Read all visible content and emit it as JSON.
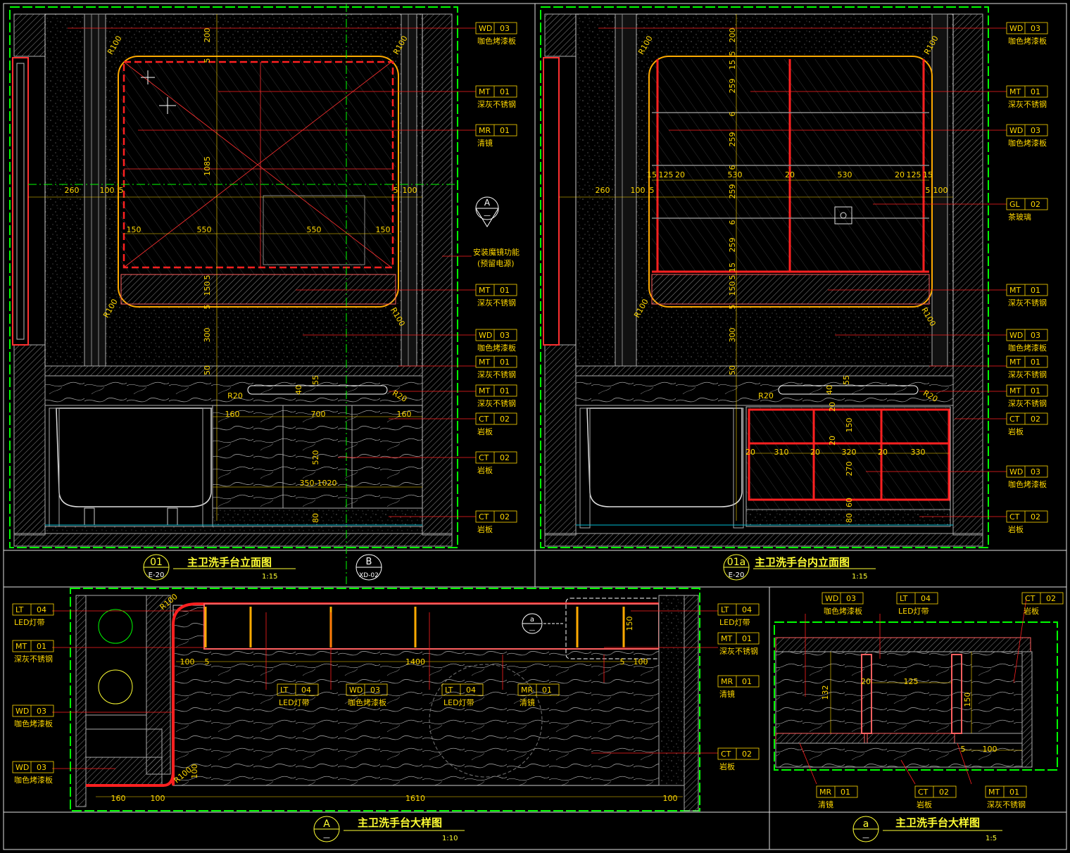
{
  "panels": {
    "p01": {
      "num": "01",
      "ref": "E-20",
      "title": "主卫洗手台立面图",
      "scale": "1:15"
    },
    "p01a": {
      "num": "01a",
      "ref": "E-20",
      "title": "主卫洗手台内立面图",
      "scale": "1:15"
    },
    "pA": {
      "num": "A",
      "ref": "—",
      "title": "主卫洗手台大样图",
      "scale": "1:10"
    },
    "pa": {
      "num": "a",
      "ref": "—",
      "title": "主卫洗手台大样图",
      "scale": "1:5"
    }
  },
  "section_marker": {
    "letter": "A",
    "ref": "—"
  },
  "b_marker": {
    "letter": "B",
    "ref": "XD-02"
  },
  "detail_marker": {
    "letter": "a",
    "ref": "—"
  },
  "notes": {
    "mirror_function": "安装魔镜功能",
    "reserve_power": "(预留电源)"
  },
  "tags_01": [
    {
      "code": "WD",
      "num": "03",
      "desc": "咖色烤漆板"
    },
    {
      "code": "MT",
      "num": "01",
      "desc": "深灰不锈钢"
    },
    {
      "code": "MR",
      "num": "01",
      "desc": "清镜"
    },
    {
      "code": "MT",
      "num": "01",
      "desc": "深灰不锈钢"
    },
    {
      "code": "WD",
      "num": "03",
      "desc": "咖色烤漆板"
    },
    {
      "code": "MT",
      "num": "01",
      "desc": "深灰不锈钢"
    },
    {
      "code": "MT",
      "num": "01",
      "desc": "深灰不锈钢"
    },
    {
      "code": "CT",
      "num": "02",
      "desc": "岩板"
    },
    {
      "code": "CT",
      "num": "02",
      "desc": "岩板"
    },
    {
      "code": "CT",
      "num": "02",
      "desc": "岩板"
    }
  ],
  "tags_01a": [
    {
      "code": "WD",
      "num": "03",
      "desc": "咖色烤漆板"
    },
    {
      "code": "MT",
      "num": "01",
      "desc": "深灰不锈钢"
    },
    {
      "code": "WD",
      "num": "03",
      "desc": "咖色烤漆板"
    },
    {
      "code": "GL",
      "num": "02",
      "desc": "茶玻璃"
    },
    {
      "code": "MT",
      "num": "01",
      "desc": "深灰不锈钢"
    },
    {
      "code": "WD",
      "num": "03",
      "desc": "咖色烤漆板"
    },
    {
      "code": "MT",
      "num": "01",
      "desc": "深灰不锈钢"
    },
    {
      "code": "MT",
      "num": "01",
      "desc": "深灰不锈钢"
    },
    {
      "code": "CT",
      "num": "02",
      "desc": "岩板"
    },
    {
      "code": "WD",
      "num": "03",
      "desc": "咖色烤漆板"
    },
    {
      "code": "CT",
      "num": "02",
      "desc": "岩板"
    }
  ],
  "tags_A_left": [
    {
      "code": "LT",
      "num": "04",
      "desc": "LED灯带"
    },
    {
      "code": "MT",
      "num": "01",
      "desc": "深灰不锈钢"
    },
    {
      "code": "WD",
      "num": "03",
      "desc": "咖色烤漆板"
    },
    {
      "code": "WD",
      "num": "03",
      "desc": "咖色烤漆板"
    }
  ],
  "tags_A_bottom": [
    {
      "code": "LT",
      "num": "04",
      "desc": "LED灯带"
    },
    {
      "code": "WD",
      "num": "03",
      "desc": "咖色烤漆板"
    },
    {
      "code": "LT",
      "num": "04",
      "desc": "LED灯带"
    },
    {
      "code": "MR",
      "num": "01",
      "desc": "清镜"
    }
  ],
  "tags_A_right": [
    {
      "code": "LT",
      "num": "04",
      "desc": "LED灯带"
    },
    {
      "code": "MT",
      "num": "01",
      "desc": "深灰不锈钢"
    },
    {
      "code": "MR",
      "num": "01",
      "desc": "清镜"
    },
    {
      "code": "CT",
      "num": "02",
      "desc": "岩板"
    }
  ],
  "tags_a_top": [
    {
      "code": "WD",
      "num": "03",
      "desc": "咖色烤漆板"
    },
    {
      "code": "LT",
      "num": "04",
      "desc": "LED灯带"
    },
    {
      "code": "CT",
      "num": "02",
      "desc": "岩板"
    }
  ],
  "tags_a_bottom": [
    {
      "code": "MR",
      "num": "01",
      "desc": "清镜"
    },
    {
      "code": "CT",
      "num": "02",
      "desc": "岩板"
    },
    {
      "code": "MT",
      "num": "01",
      "desc": "深灰不锈钢"
    }
  ],
  "dims_01": {
    "vert": [
      "200",
      "5",
      "1085",
      "5",
      "150",
      "5",
      "300",
      "50",
      "40",
      "55",
      "520",
      "80"
    ],
    "horiz": [
      "260",
      "100",
      "5",
      "5",
      "100",
      "150",
      "550",
      "550",
      "150",
      "160",
      "700",
      "160",
      "350-1020"
    ],
    "radii": [
      "R100",
      "R100",
      "R100",
      "R100",
      "R20",
      "R20"
    ]
  },
  "dims_01a": {
    "vert": [
      "200",
      "5",
      "15",
      "259",
      "6",
      "259",
      "6",
      "259",
      "6",
      "259",
      "15",
      "5",
      "150",
      "5",
      "300",
      "50",
      "40",
      "55",
      "20",
      "150",
      "20",
      "270",
      "60",
      "80"
    ],
    "horiz": [
      "260",
      "100",
      "5",
      "15",
      "125",
      "20",
      "530",
      "20",
      "530",
      "20",
      "125",
      "15",
      "5",
      "100",
      "20",
      "310",
      "20",
      "320",
      "20",
      "330"
    ],
    "radii": [
      "R100",
      "R100",
      "R100",
      "R100",
      "R20",
      "R20"
    ]
  },
  "dims_A": [
    "R100",
    "100",
    "5",
    "1400",
    "150",
    "5",
    "100",
    "R100",
    "100",
    "160",
    "100",
    "1610",
    "100"
  ],
  "dims_a": [
    "132",
    "20",
    "125",
    "150",
    "5",
    "100"
  ],
  "colors": {
    "frame": "#00ff00",
    "wall": "#b3b3b3",
    "red": "#ff2020",
    "dim": "#ffd700",
    "orange": "#ffaa00"
  }
}
